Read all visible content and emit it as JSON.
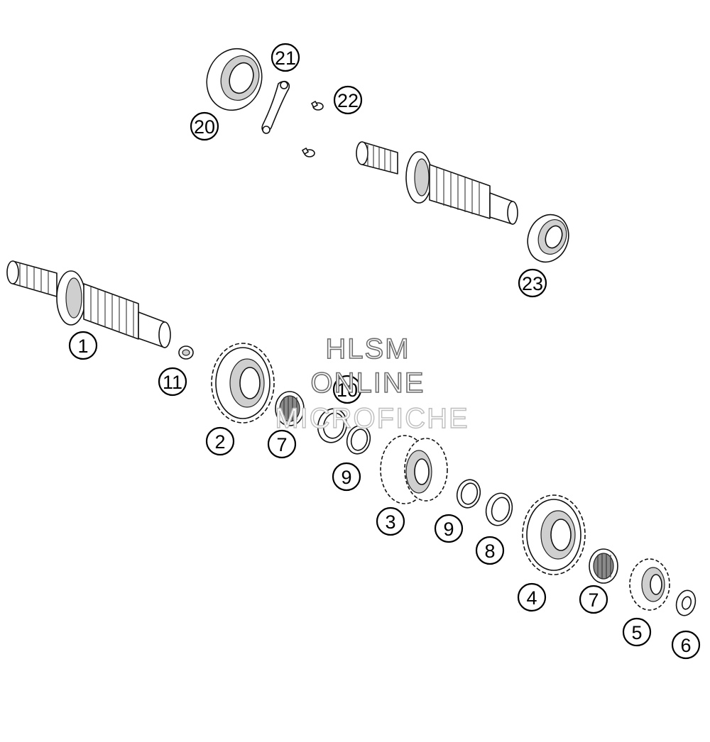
{
  "callouts": [
    "1",
    "2",
    "3",
    "4",
    "5",
    "6",
    "7",
    "7",
    "8",
    "9",
    "9",
    "10",
    "11",
    "20",
    "21",
    "22",
    "23"
  ],
  "watermark": {
    "line1": "HLSM",
    "line2": "ONLINE",
    "line3": "MICROFICHE"
  },
  "colors": {
    "outline": "#111111",
    "shade": "#cfcfcf",
    "background": "#ffffff",
    "watermark_stroke": "#6e6e6e"
  }
}
